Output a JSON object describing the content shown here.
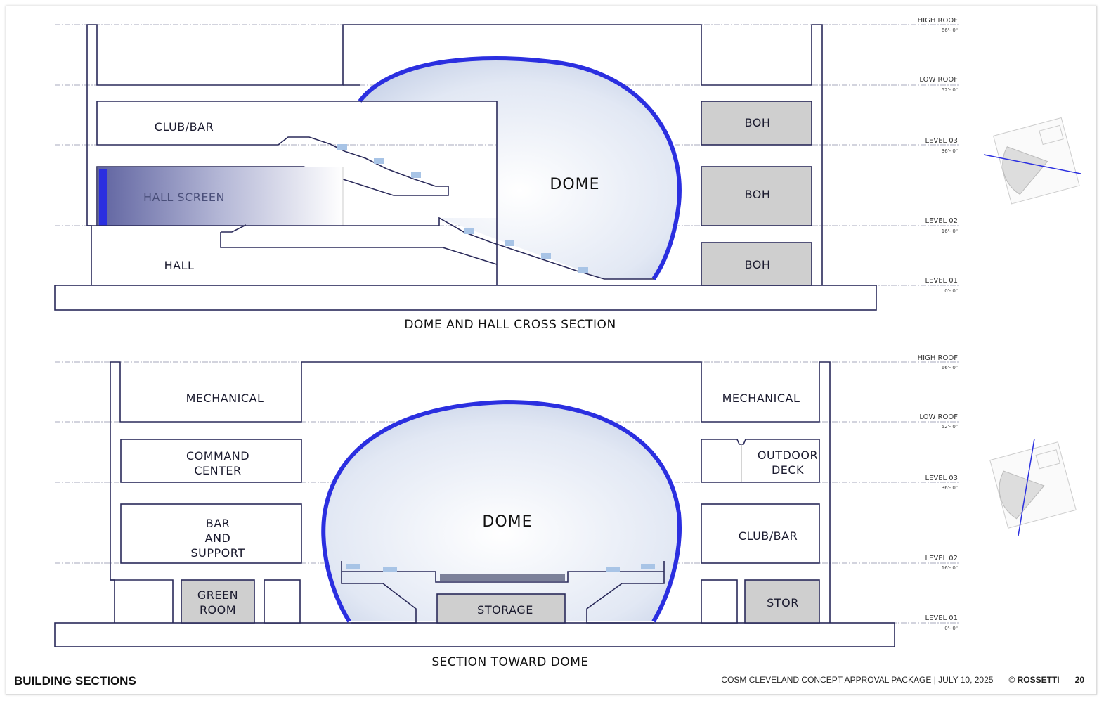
{
  "levels": [
    {
      "name": "HIGH ROOF",
      "elev": "66'- 0\""
    },
    {
      "name": "LOW ROOF",
      "elev": "52'- 0\""
    },
    {
      "name": "LEVEL 03",
      "elev": "36'- 0\""
    },
    {
      "name": "LEVEL 02",
      "elev": "16'- 0\""
    },
    {
      "name": "LEVEL 01",
      "elev": "0'- 0\""
    }
  ],
  "section1": {
    "caption": "DOME AND HALL CROSS SECTION",
    "rooms": {
      "club_bar": "CLUB/BAR",
      "hall_screen": "HALL SCREEN",
      "hall": "HALL",
      "dome": "DOME",
      "boh1": "BOH",
      "boh2": "BOH",
      "boh3": "BOH"
    }
  },
  "section2": {
    "caption": "SECTION TOWARD DOME",
    "rooms": {
      "mech_left": "MECHANICAL",
      "command1": "COMMAND",
      "command2": "CENTER",
      "bar1": "BAR",
      "bar2": "AND",
      "bar3": "SUPPORT",
      "green1": "GREEN",
      "green2": "ROOM",
      "dome": "DOME",
      "storage": "STORAGE",
      "mech_right": "MECHANICAL",
      "deck1": "OUTDOOR",
      "deck2": "DECK",
      "club_bar": "CLUB/BAR",
      "stor": "STOR"
    }
  },
  "footer": {
    "title": "BUILDING SECTIONS",
    "package": "COSM CLEVELAND CONCEPT APPROVAL PACKAGE | JULY 10, 2025",
    "brand": "© ROSSETTI",
    "page": "20"
  },
  "colors": {
    "dome_stroke": "#2b2fe0",
    "line": "#2a2a5a",
    "gray_room": "#cfcfcf"
  }
}
